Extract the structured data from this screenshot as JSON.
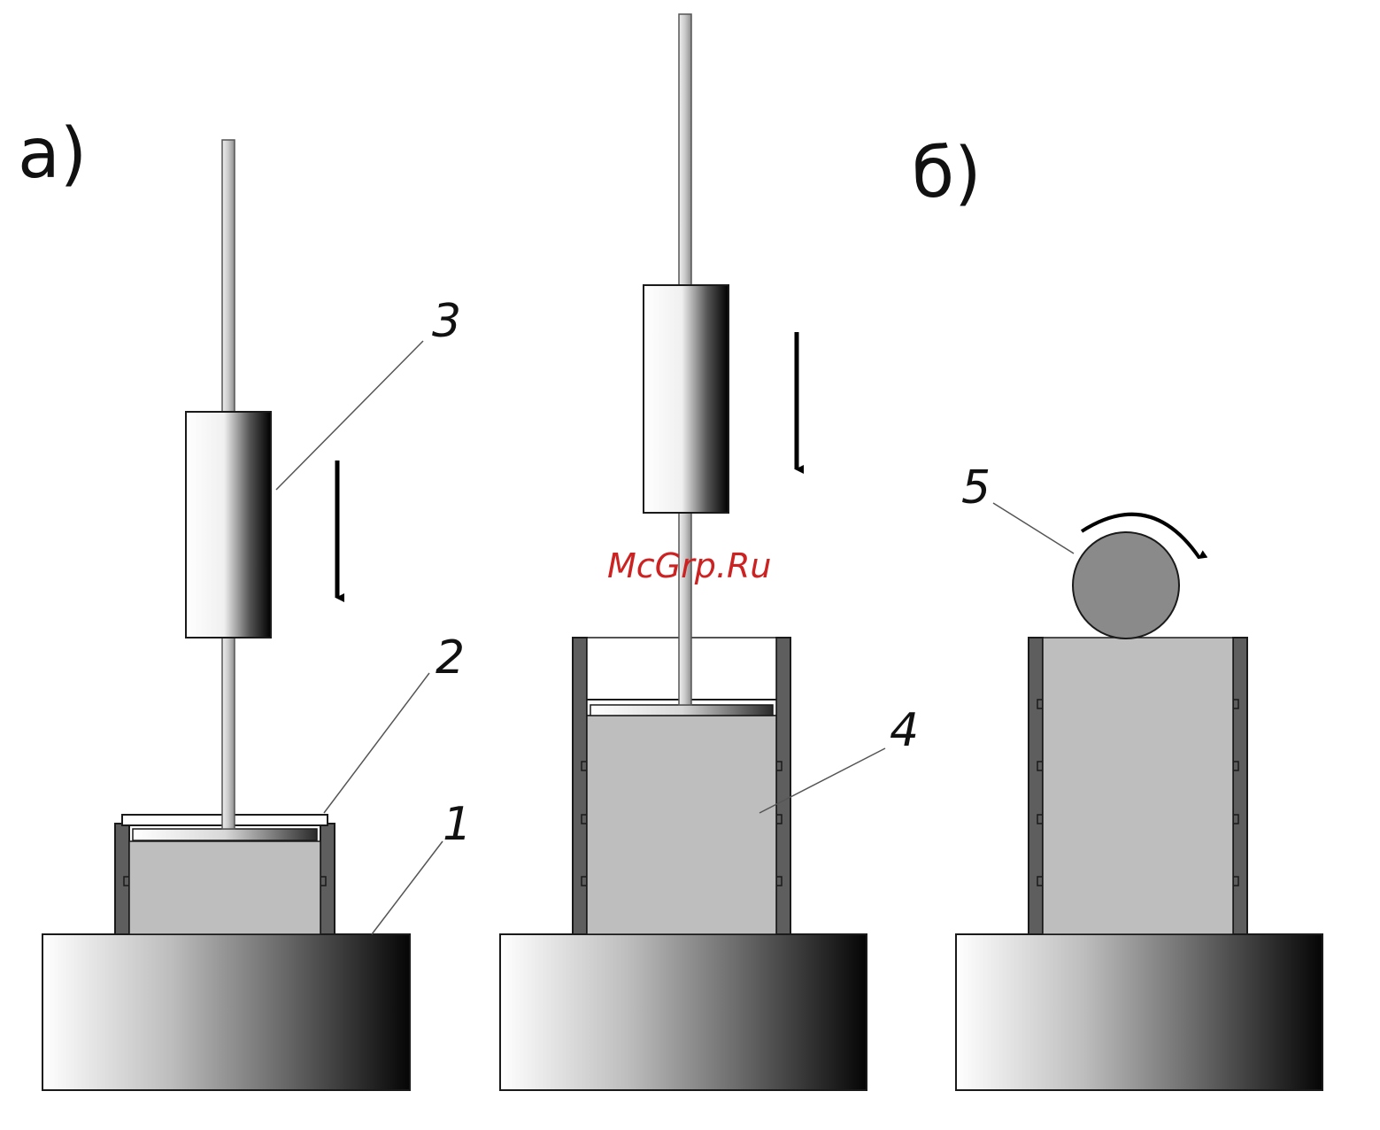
{
  "panel_labels": {
    "a": "а)",
    "b": "б)"
  },
  "part_numbers": {
    "base": "1",
    "piston": "2",
    "weight": "3",
    "sample": "4",
    "roller": "5"
  },
  "watermark": "McGrp.Ru",
  "colors": {
    "sample_fill": "#bebebe",
    "wall_fill": "#5e5e5e",
    "roller_fill": "#8a8a8a",
    "outline": "#1a1a1a"
  }
}
